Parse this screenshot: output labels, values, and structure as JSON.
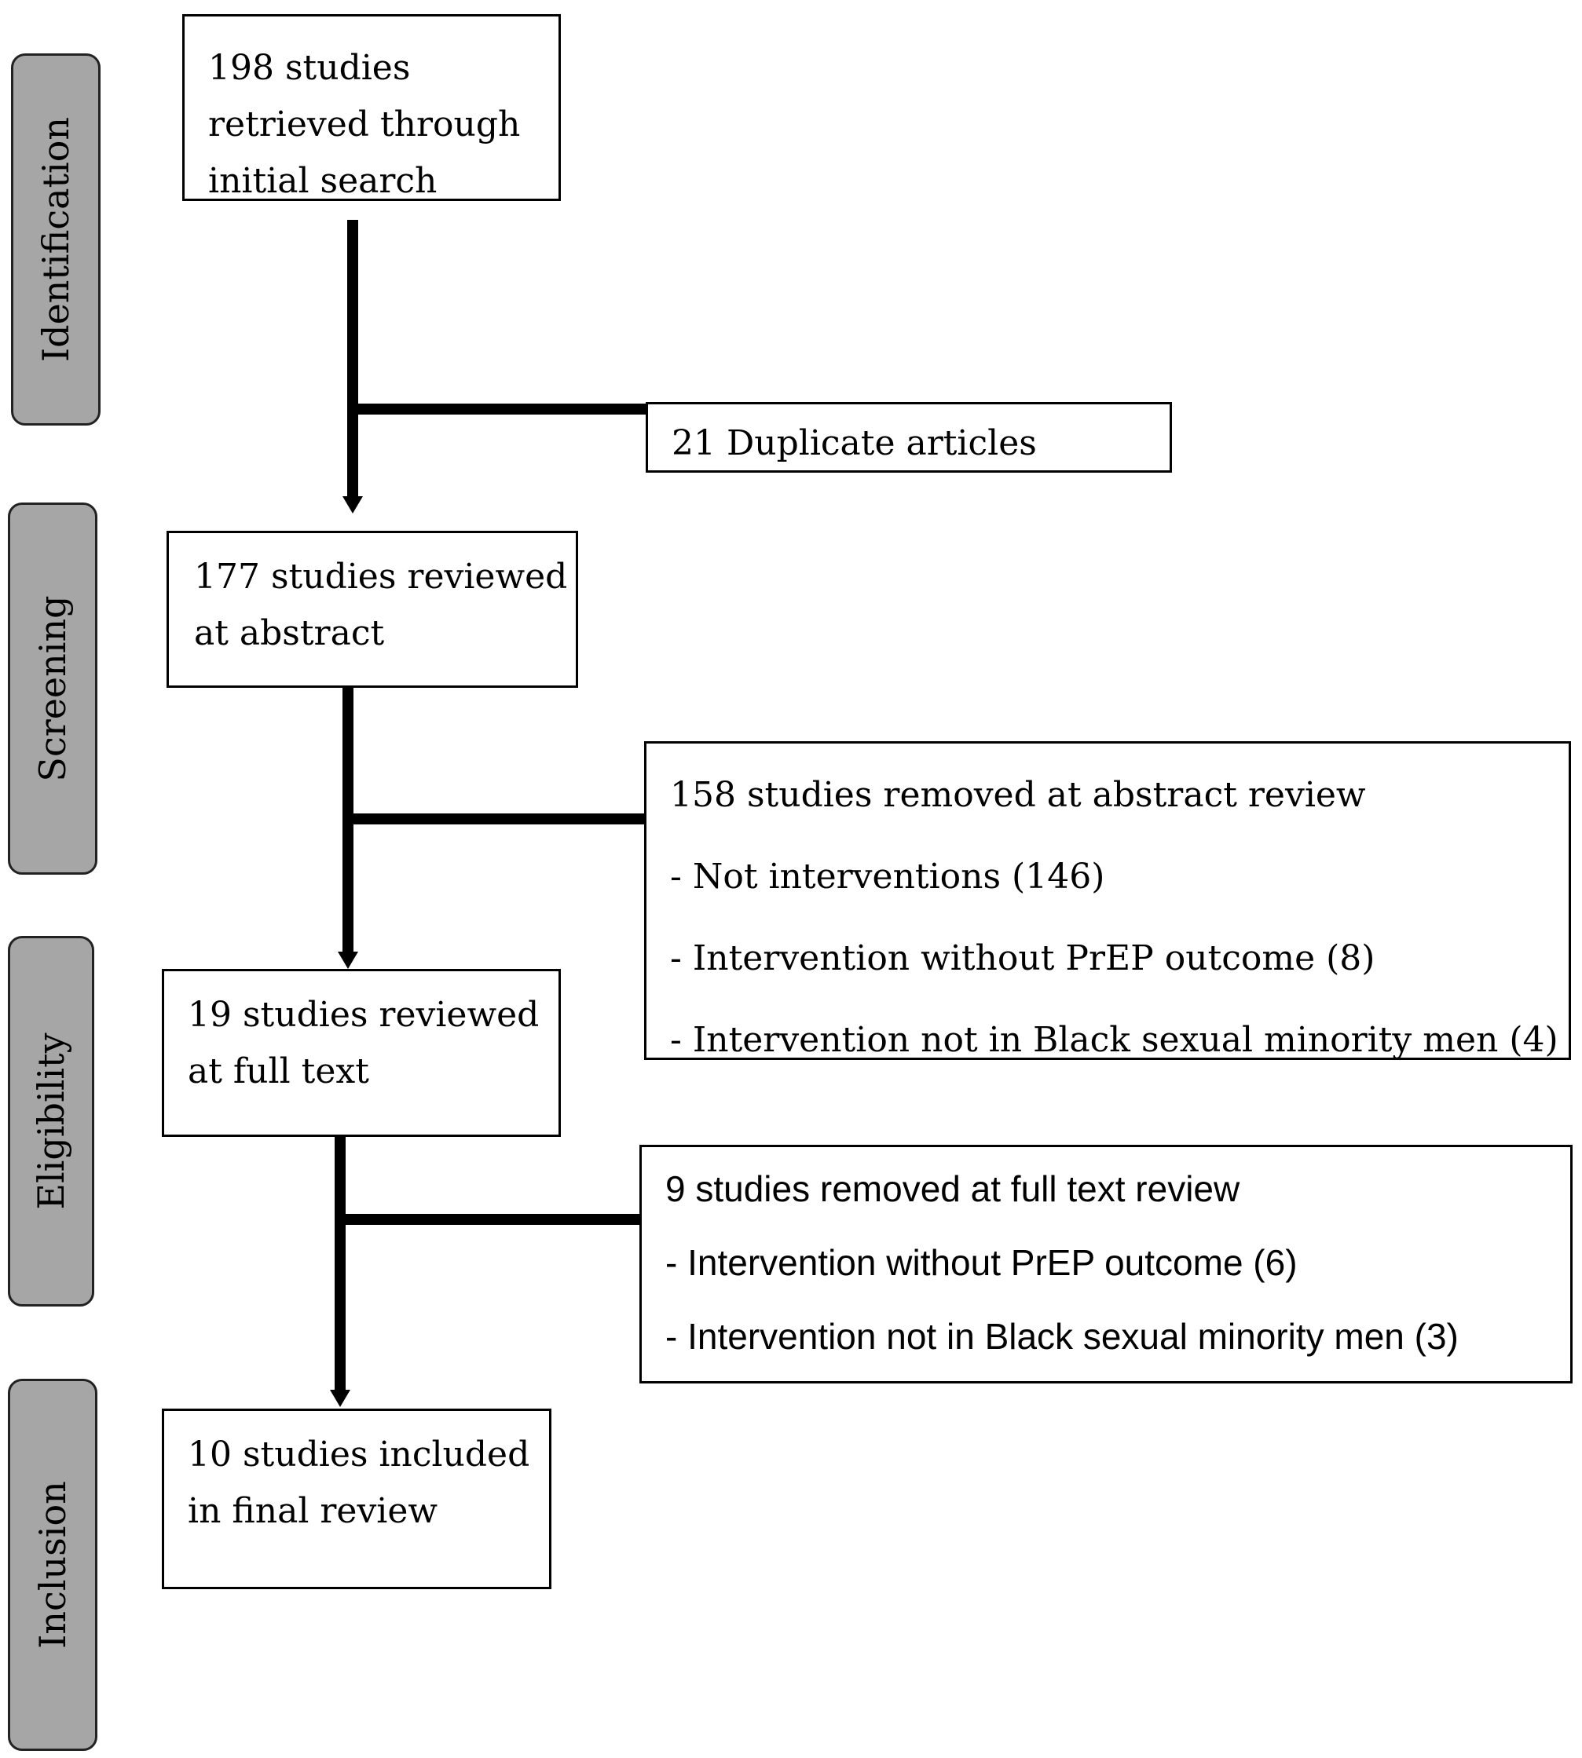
{
  "phases": {
    "identification": "Identification",
    "screening": "Screening",
    "eligibility": "Eligibility",
    "inclusion": "Inclusion"
  },
  "boxes": {
    "identified": [
      "198 studies",
      "retrieved through",
      "initial search"
    ],
    "duplicates": [
      "21 Duplicate articles"
    ],
    "abstract_review": [
      "177 studies reviewed",
      "at abstract"
    ],
    "abstract_removed": [
      "158 studies removed at abstract review",
      "- Not interventions (146)",
      "- Intervention without PrEP outcome (8)",
      "- Intervention not in Black sexual minority men (4)"
    ],
    "fulltext_review": [
      "19 studies reviewed",
      "at full text"
    ],
    "fulltext_removed": [
      "9 studies removed at full text review",
      "- Intervention without PrEP outcome (6)",
      "- Intervention not in Black sexual minority men (3)"
    ],
    "included": [
      "10 studies included",
      "in final review"
    ]
  }
}
